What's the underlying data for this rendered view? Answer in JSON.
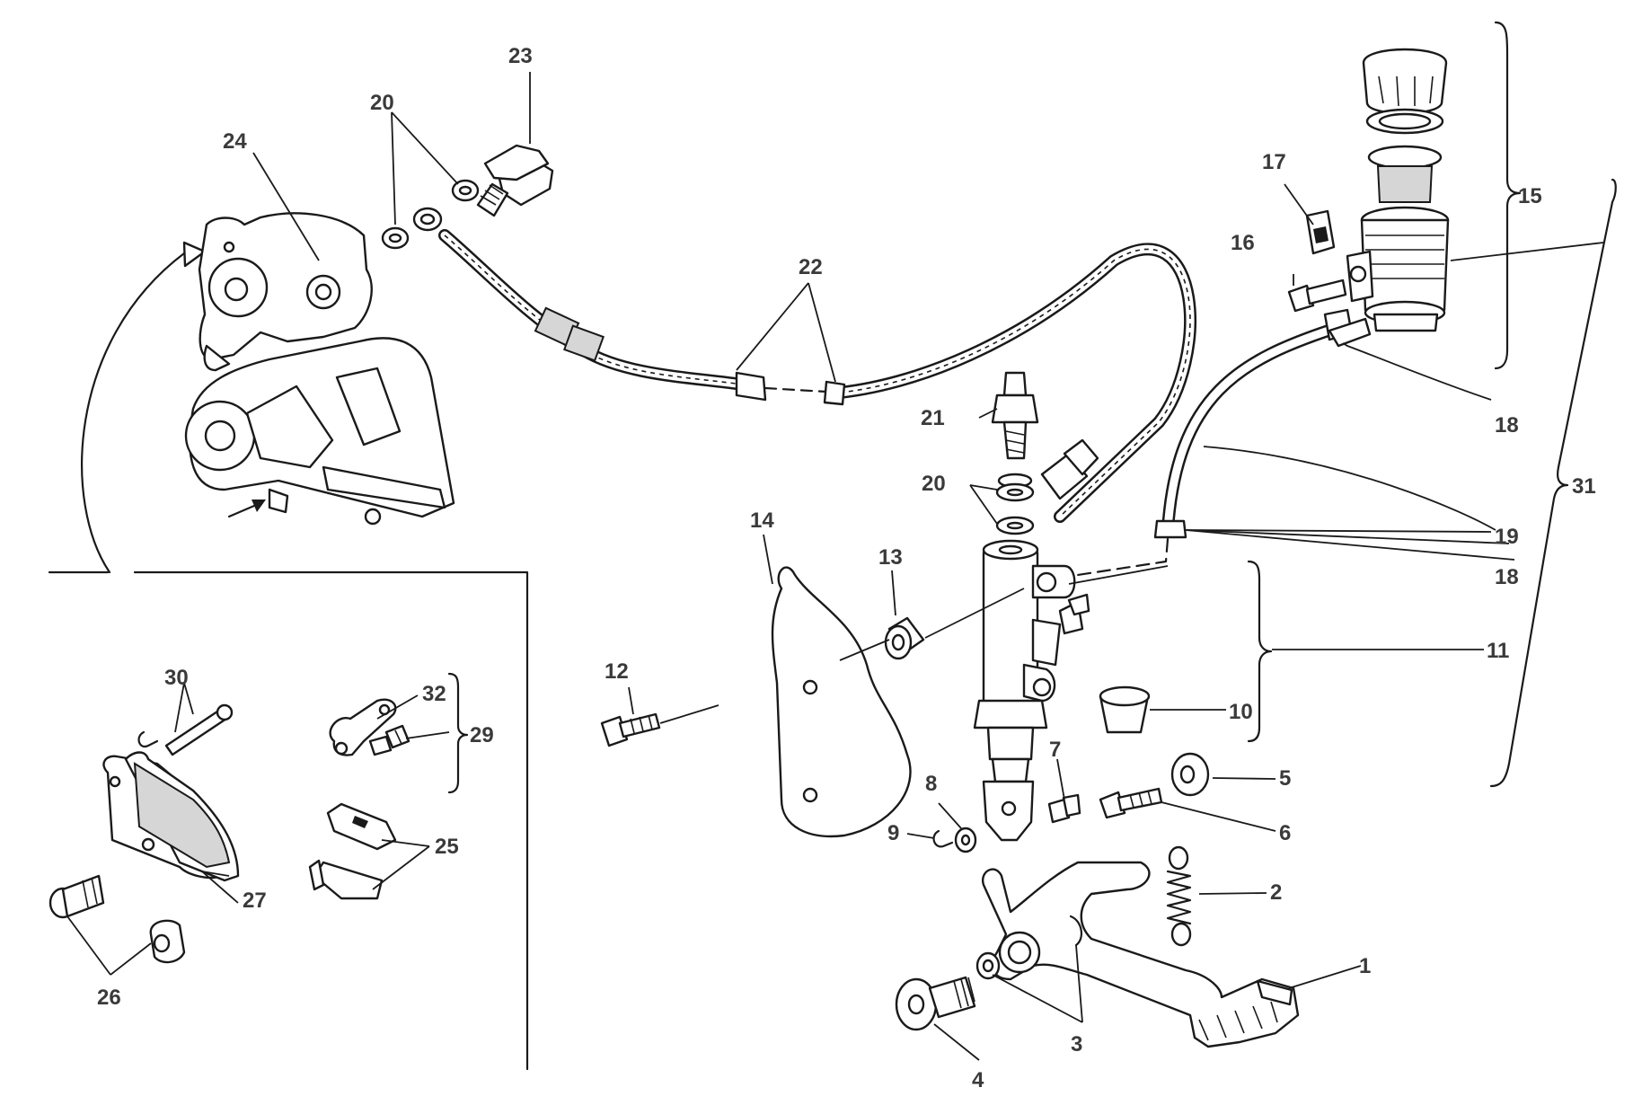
{
  "labels": {
    "l1": "1",
    "l2": "2",
    "l3": "3",
    "l4": "4",
    "l5": "5",
    "l6": "6",
    "l7": "7",
    "l8": "8",
    "l9": "9",
    "l10": "10",
    "l11": "11",
    "l12": "12",
    "l13": "13",
    "l14": "14",
    "l15": "15",
    "l16": "16",
    "l17": "17",
    "l18a": "18",
    "l18b": "18",
    "l19": "19",
    "l20a": "20",
    "l20b": "20",
    "l21": "21",
    "l22": "22",
    "l23": "23",
    "l24": "24",
    "l25": "25",
    "l26": "26",
    "l27": "27",
    "l29": "29",
    "l30": "30",
    "l31": "31",
    "l32": "32"
  }
}
